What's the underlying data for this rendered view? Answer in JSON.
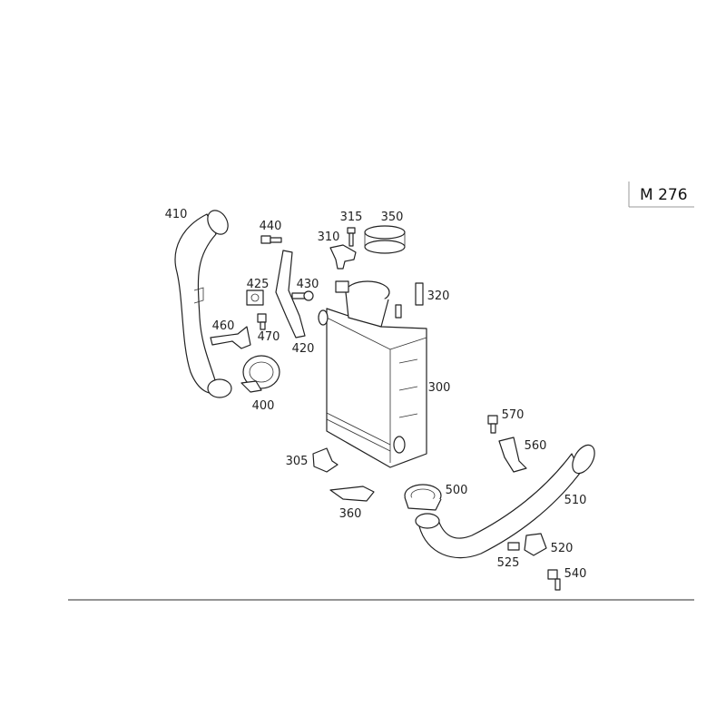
{
  "diagram": {
    "model_code": "M 276",
    "labels": {
      "p410": "410",
      "p440": "440",
      "p315": "315",
      "p350": "350",
      "p310": "310",
      "p425": "425",
      "p430": "430",
      "p320": "320",
      "p460": "460",
      "p470": "470",
      "p420": "420",
      "p400": "400",
      "p300": "300",
      "p570": "570",
      "p560": "560",
      "p305": "305",
      "p500": "500",
      "p510": "510",
      "p360": "360",
      "p520": "520",
      "p525": "525",
      "p540": "540"
    }
  }
}
